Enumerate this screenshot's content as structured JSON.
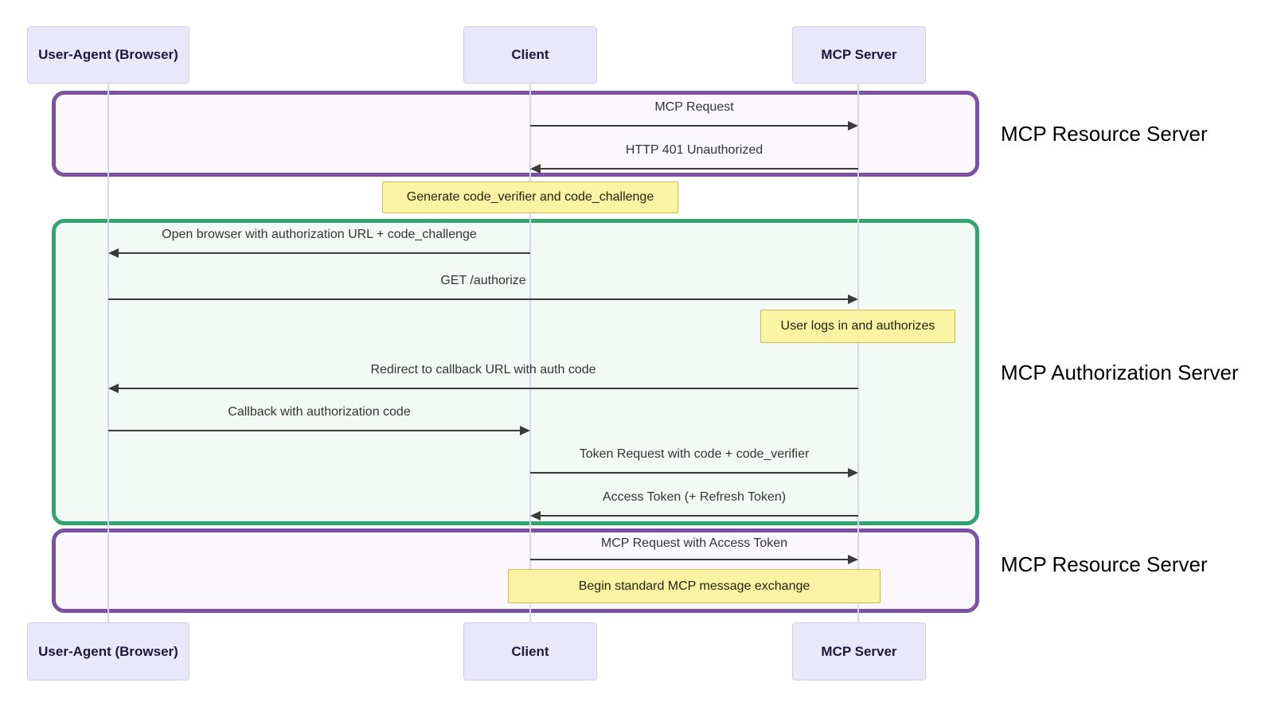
{
  "actors": [
    {
      "label": "User-Agent (Browser)"
    },
    {
      "label": "Client"
    },
    {
      "label": "MCP Server"
    }
  ],
  "groups": [
    {
      "label": "MCP Resource Server",
      "border_color": "#7B52A3"
    },
    {
      "label": "MCP Authorization Server",
      "border_color": "#33A471"
    },
    {
      "label": "MCP Resource Server",
      "border_color": "#7B52A3"
    }
  ],
  "messages": [
    {
      "label": "MCP Request",
      "from": "Client",
      "to": "MCP Server",
      "direction": "right"
    },
    {
      "label": "HTTP 401 Unauthorized",
      "from": "MCP Server",
      "to": "Client",
      "direction": "left"
    },
    {
      "label": "Open browser with authorization URL + code_challenge",
      "from": "Client",
      "to": "User-Agent (Browser)",
      "direction": "left"
    },
    {
      "label": "GET /authorize",
      "from": "User-Agent (Browser)",
      "to": "MCP Server",
      "direction": "right"
    },
    {
      "label": "Redirect to callback URL with auth code",
      "from": "MCP Server",
      "to": "User-Agent (Browser)",
      "direction": "left"
    },
    {
      "label": "Callback with authorization code",
      "from": "User-Agent (Browser)",
      "to": "Client",
      "direction": "right"
    },
    {
      "label": "Token Request with code + code_verifier",
      "from": "Client",
      "to": "MCP Server",
      "direction": "right"
    },
    {
      "label": "Access Token (+ Refresh Token)",
      "from": "MCP Server",
      "to": "Client",
      "direction": "left"
    },
    {
      "label": "MCP Request with Access Token",
      "from": "Client",
      "to": "MCP Server",
      "direction": "right"
    }
  ],
  "notes": [
    {
      "label": "Generate code_verifier and code_challenge",
      "over": "Client"
    },
    {
      "label": "User logs in and authorizes",
      "over": "MCP Server"
    },
    {
      "label": "Begin standard MCP message exchange",
      "over": "Client and MCP Server"
    }
  ],
  "colors": {
    "actor_fill": "#E9E8FB",
    "actor_border": "#CFCDF0",
    "lifeline": "#D7D4F0",
    "note_fill": "#F9F3A3",
    "note_border": "#C9BD54",
    "frame_purple": "#7B52A3",
    "frame_purple_fill": "#FAF8FD",
    "frame_green": "#33A471",
    "frame_green_fill": "#F3FAF6",
    "arrow": "#3B3B3B",
    "message_text": "#343434",
    "group_label_text": "#000000"
  }
}
